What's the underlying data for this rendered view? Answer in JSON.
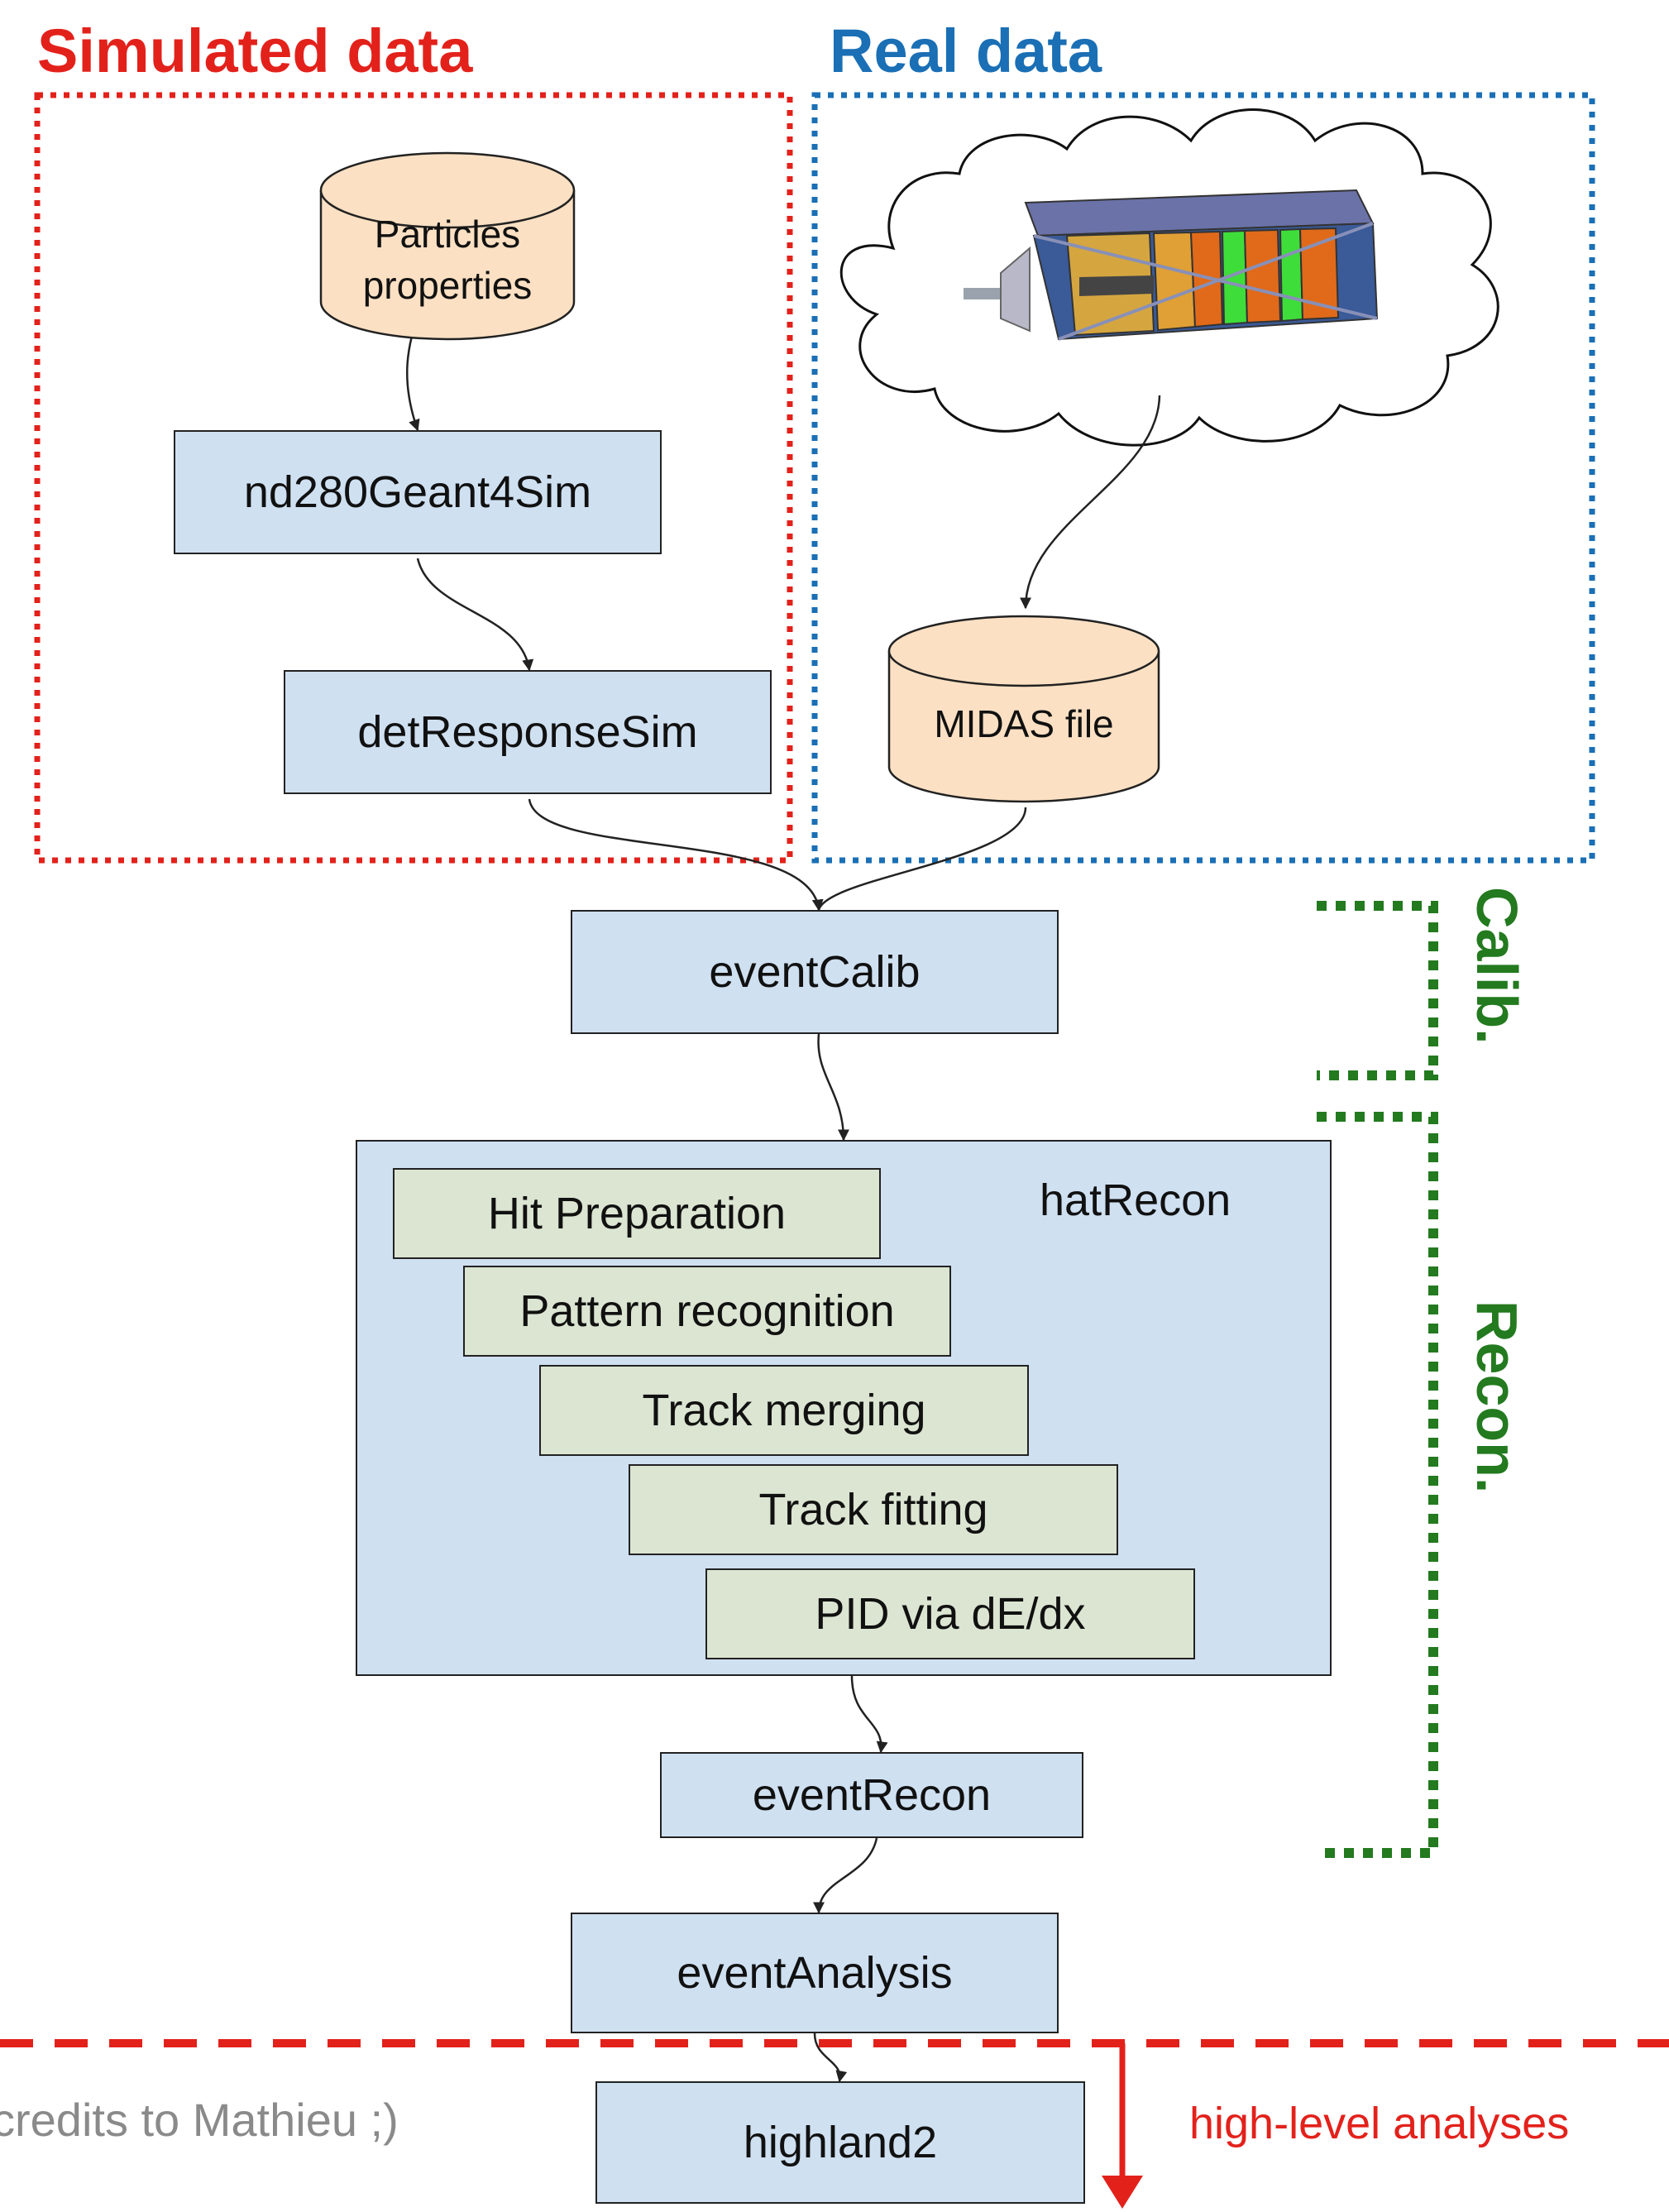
{
  "headings": {
    "simulated": "Simulated data",
    "real": "Real data"
  },
  "cylinders": {
    "particles": [
      "Particles",
      "properties"
    ],
    "midas": "MIDAS file"
  },
  "boxes": {
    "nd280geant4sim": "nd280Geant4Sim",
    "detresponsesim": "detResponseSim",
    "eventcalib": "eventCalib",
    "hatrecon": "hatRecon",
    "eventrecon": "eventRecon",
    "eventanalysis": "eventAnalysis",
    "highland2": "highland2"
  },
  "recon_stages": [
    "Hit Preparation",
    "Pattern recognition",
    "Track merging",
    "Track fitting",
    "PID via dE/dx"
  ],
  "side_labels": {
    "calib": "Calib.",
    "recon": "Recon."
  },
  "notes": {
    "credits": "credits to Mathieu ;)",
    "highlevel": "high-level analyses"
  },
  "colors": {
    "simulated": "#e3211b",
    "real": "#1a6fb5",
    "bracket": "#237a1f",
    "box_fill": "#cfe0f1",
    "stage_fill": "#dbe5d2",
    "cylinder_fill": "#fbe0c3"
  },
  "icons": {
    "detector": "nd280-detector-illustration",
    "cloud": "cloud-shape"
  }
}
